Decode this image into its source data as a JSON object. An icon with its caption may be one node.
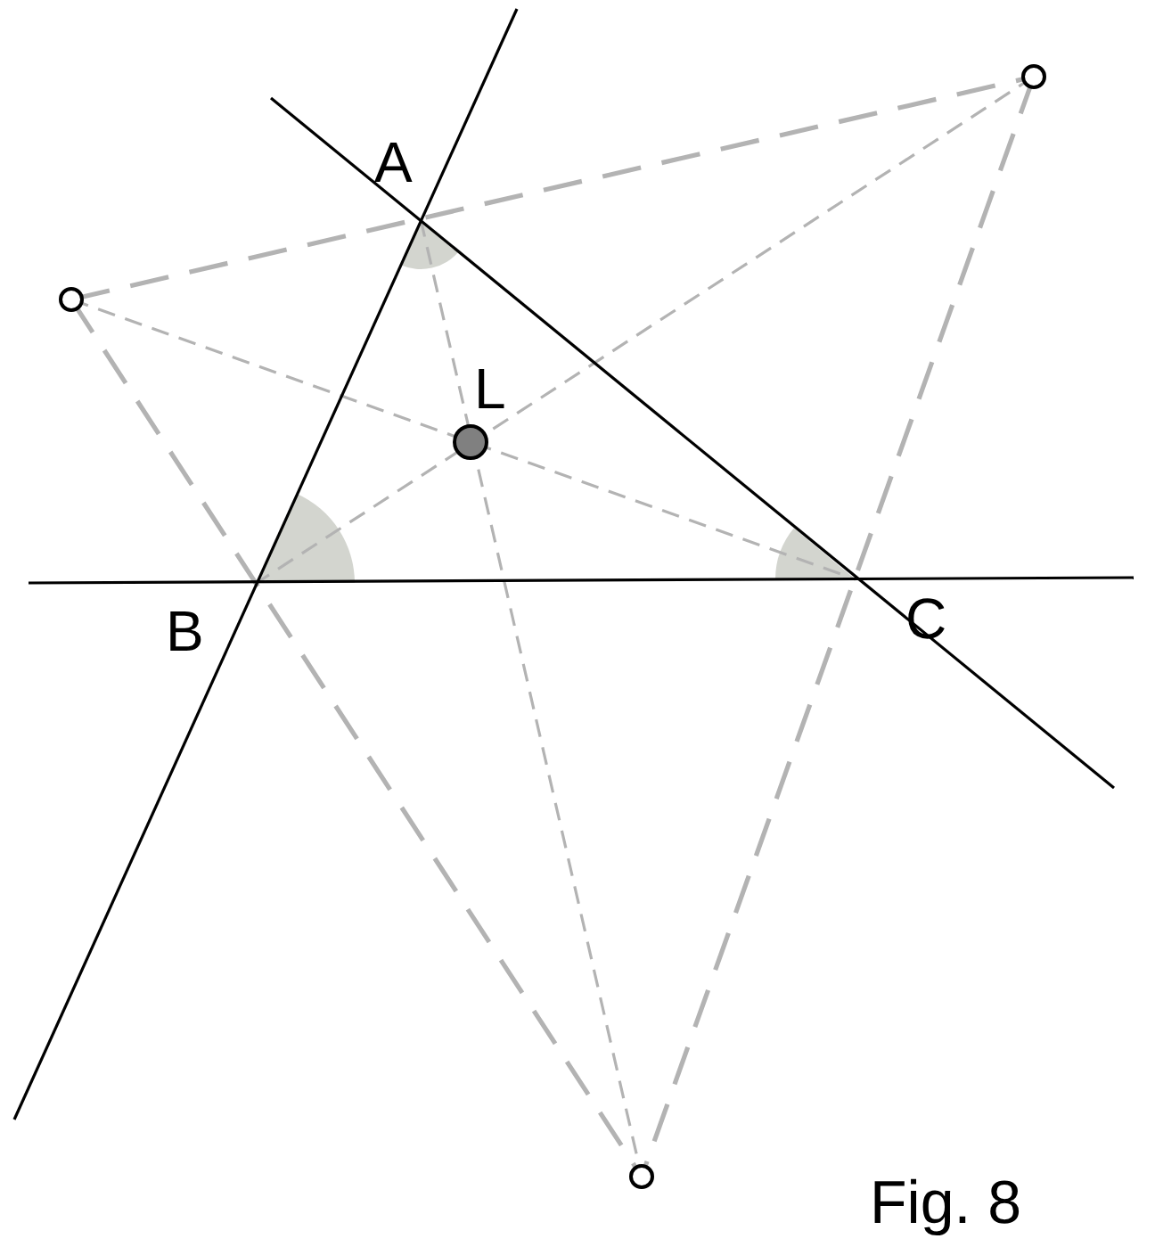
{
  "diagram": {
    "caption": "Fig. 8",
    "labels": [
      "A",
      "L",
      "B",
      "C"
    ]
  }
}
